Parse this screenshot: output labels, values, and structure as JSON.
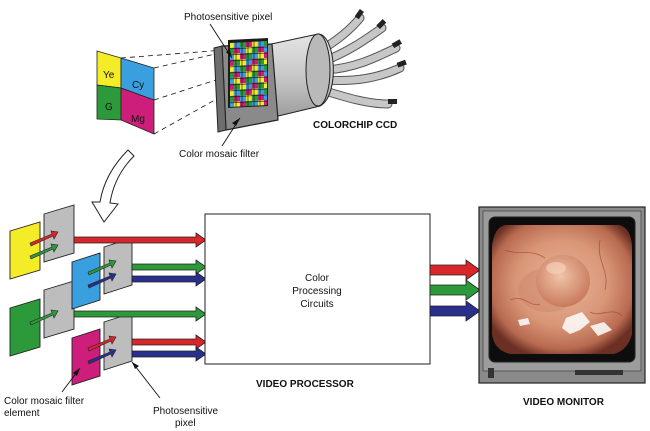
{
  "labels": {
    "photosensitive_pixel_top": "Photosensitive pixel",
    "colorchip_ccd": "COLORCHIP CCD",
    "color_mosaic_filter": "Color mosaic filter",
    "color_processing_line1": "Color",
    "color_processing_line2": "Processing",
    "color_processing_line3": "Circuits",
    "video_processor": "VIDEO PROCESSOR",
    "video_monitor": "VIDEO MONITOR",
    "filter_element_line1": "Color mosaic filter",
    "filter_element_line2": "element",
    "photosensitive_bottom_line1": "Photosensitive",
    "photosensitive_bottom_line2": "pixel"
  },
  "mosaic_cells": {
    "ye": "Ye",
    "cy": "Cy",
    "g": "G",
    "mg": "Mg"
  },
  "colors": {
    "yellow": "#f5ec28",
    "cyan": "#3a9fdf",
    "green": "#2c9a3a",
    "magenta": "#cc1e7a",
    "red": "#d8262b",
    "blue": "#2a2f8c",
    "gray": "#bdbdbd"
  }
}
